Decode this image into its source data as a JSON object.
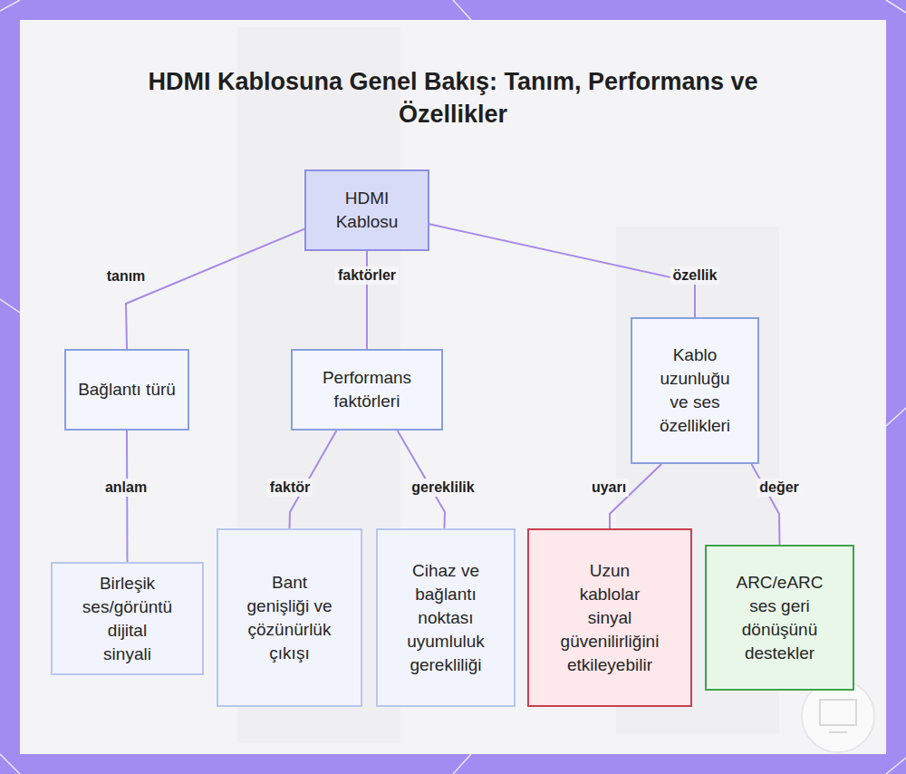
{
  "diagram": {
    "title": "HDMI Kablosuna Genel Bakış: Tanım, Performans ve Özellikler",
    "nodes": [
      {
        "text": [
          "HDMI Kablosu"
        ]
      },
      {
        "text": [
          "Bağlantı türü"
        ]
      },
      {
        "text": [
          "Performans faktörleri"
        ]
      },
      {
        "text": [
          "Kablo uzunluğu ve ses özellikleri"
        ]
      },
      {
        "text": [
          "Birleşik ses/görüntü dijital sinyali"
        ]
      },
      {
        "text": [
          "Bant genişliği ve çözünürlük çıkışı"
        ]
      },
      {
        "text": [
          "Cihaz ve bağlantı noktası uyumluluk gerekliliği"
        ]
      },
      {
        "text": [
          "Uzun kablolar sinyal güvenilirliğini etkileyebilir"
        ]
      },
      {
        "text": [
          "ARC/eARC ses geri dönüşünü destekler"
        ]
      }
    ],
    "edges": [
      {
        "from": 0,
        "to": 1,
        "label": "tanım",
        "arrow": "none"
      },
      {
        "from": 0,
        "to": 2,
        "label": "faktörler",
        "arrow": "none"
      },
      {
        "from": 0,
        "to": 3,
        "label": "özellik",
        "arrow": "none"
      },
      {
        "from": 1,
        "to": 4,
        "label": "anlam",
        "arrow": "none"
      },
      {
        "from": 2,
        "to": 5,
        "label": "faktör",
        "arrow": "none"
      },
      {
        "from": 2,
        "to": 6,
        "label": "gereklilik",
        "arrow": "none"
      },
      {
        "from": 3,
        "to": 7,
        "label": "uyarı",
        "arrow": "none"
      },
      {
        "from": 3,
        "to": 8,
        "label": "değer",
        "arrow": "none"
      }
    ]
  }
}
